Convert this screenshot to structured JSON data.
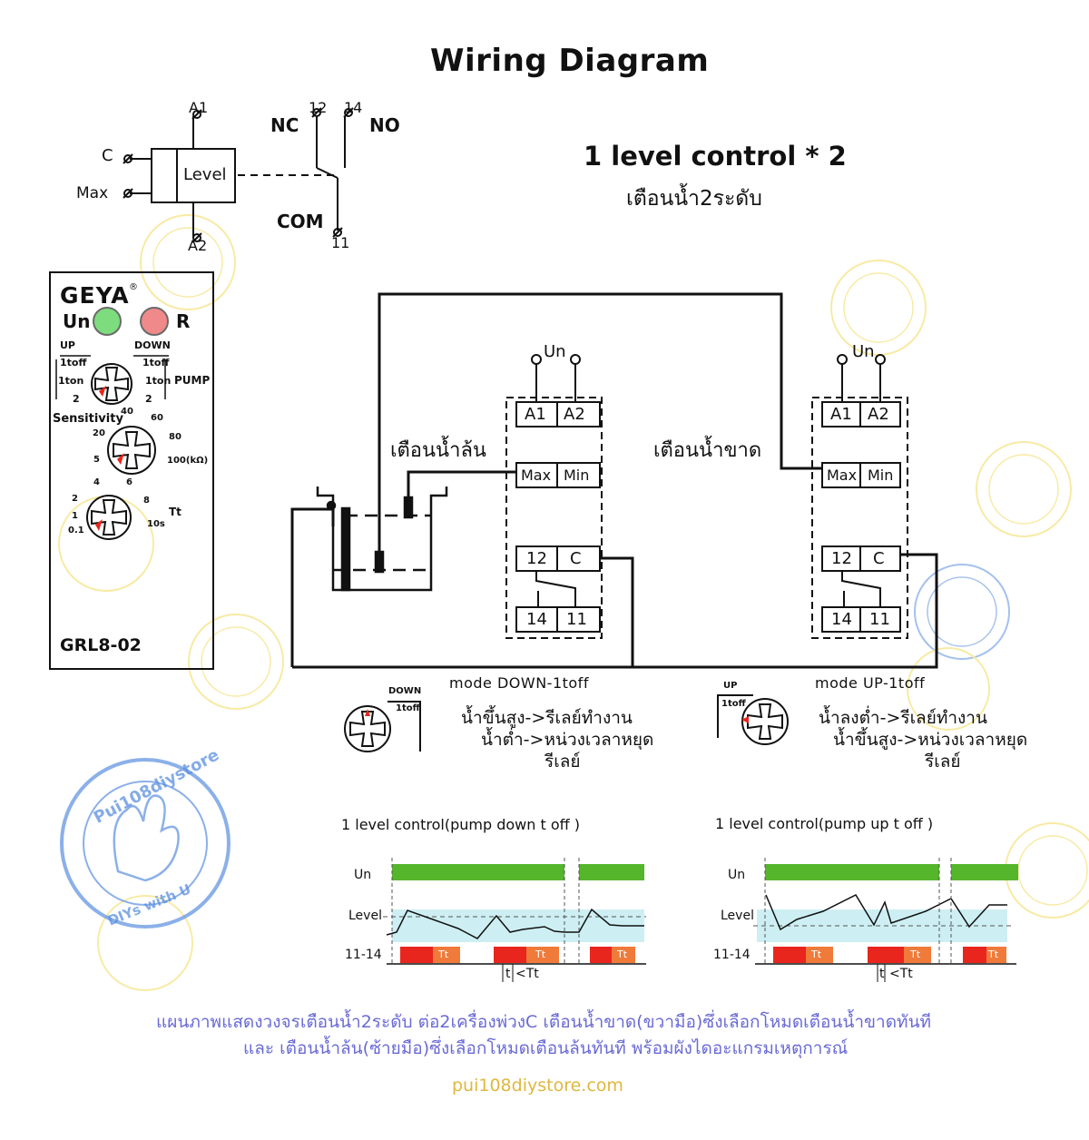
{
  "title": "Wiring Diagram",
  "relay_symbol": {
    "a1": "A1",
    "a2": "A2",
    "c": "C",
    "max": "Max",
    "level": "Level",
    "t12": "12",
    "t14": "14",
    "nc": "NC",
    "no": "NO",
    "com": "COM",
    "t11": "11"
  },
  "heading": {
    "main": "1 level control * 2",
    "thai": "เตือนน้ำ2ระดับ"
  },
  "device": {
    "brand": "GEYA",
    "registered": "®",
    "un": "Un",
    "r": "R",
    "up": "UP",
    "down": "DOWN",
    "toff_left": "1toff",
    "ton_left": "1ton",
    "two_left": "2",
    "toff_right": "1toff",
    "ton_right": "1ton",
    "two_right": "2",
    "pump": "PUMP",
    "sensitivity": "Sensitivity",
    "sens_ticks": [
      "20",
      "40",
      "60",
      "80",
      "5",
      "100(kΩ)"
    ],
    "tt": "Tt",
    "tt_ticks": [
      "4",
      "6",
      "2",
      "8",
      "1",
      "0.1",
      "10s"
    ],
    "model": "GRL8-02",
    "un_led_color": "#7ddc7d",
    "r_led_color": "#f08a8a"
  },
  "modules": [
    {
      "un": "Un",
      "a1": "A1",
      "a2": "A2",
      "max": "Max",
      "min": "Min",
      "t12": "12",
      "c": "C",
      "t14": "14",
      "t11": "11",
      "label": "เตือนน้ำล้น"
    },
    {
      "un": "Un",
      "a1": "A1",
      "a2": "A2",
      "max": "Max",
      "min": "Min",
      "t12": "12",
      "c": "C",
      "t14": "14",
      "t11": "11",
      "label": "เตือนน้ำขาด"
    }
  ],
  "modes": [
    {
      "title": "mode DOWN-1toff",
      "knob_top": "DOWN",
      "knob_sub": "1toff",
      "line1": "น้ำขึ้นสูง->รีเลย์ทำงาน",
      "line2": "น้ำต่ำ->หน่วงเวลาหยุด",
      "line3": "รีเลย์"
    },
    {
      "title": "mode UP-1toff",
      "knob_top": "UP",
      "knob_sub": "1toff",
      "line1": "น้ำลงต่ำ->รีเลย์ทำงาน",
      "line2": "น้ำขึ้นสูง->หน่วงเวลาหยุด",
      "line3": "รีเลย์"
    }
  ],
  "timing": [
    {
      "title": "1 level control(pump down t off )",
      "row_un": "Un",
      "row_level": "Level",
      "row_relay": "11-14",
      "tt": "Tt",
      "t": "t",
      "lt_tt": "<Tt"
    },
    {
      "title": "1 level control(pump up t off )",
      "row_un": "Un",
      "row_level": "Level",
      "row_relay": "11-14",
      "tt": "Tt",
      "t": "t",
      "lt_tt": "<Tt"
    }
  ],
  "caption": {
    "line1": "แผนภาพแสดงวงจรเตือนน้ำ2ระดับ ต่อ2เครื่องพ่วงC เตือนน้ำขาด(ขวามือ)ซึ่งเลือกโหมดเตือนน้ำขาดทันที",
    "line2": "และ เตือนน้ำล้น(ซ้ายมือ)ซึ่งเลือกโหมดเตือนล้นทันที  พร้อมผังไดอะแกรมเหตุการณ์"
  },
  "footer": "pui108diystore.com",
  "watermark": {
    "line1": "Pui108diystore",
    "line2": "DIYs with U"
  },
  "colors": {
    "green": "#55b52b",
    "red": "#e8261d",
    "orange": "#f07a3a",
    "cyan": "#cdeff3",
    "stamp_blue": "#5b8fe0",
    "stamp_yellow": "#f1da5a",
    "caption": "#6a6ad6",
    "footer": "#e0b73f"
  }
}
